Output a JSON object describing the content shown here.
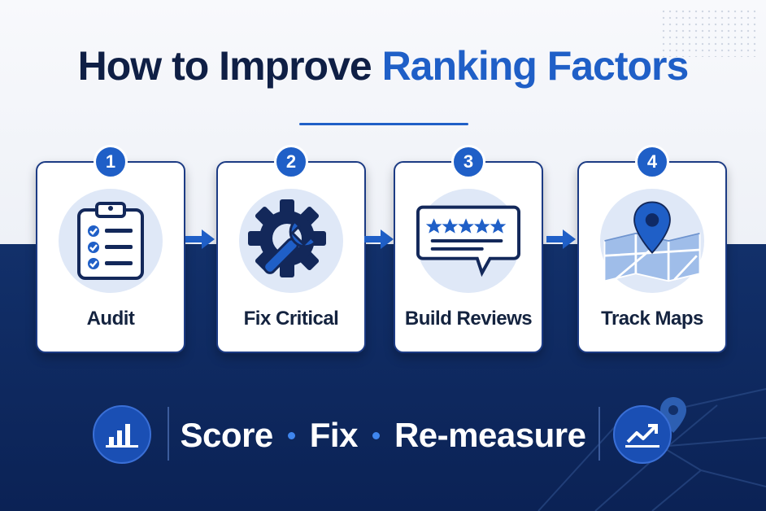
{
  "title": {
    "main": "How to Improve ",
    "accent": "Ranking Factors"
  },
  "colors": {
    "accent": "#1f5fc7",
    "navy": "#12306a",
    "dark_text": "#0f1f45"
  },
  "steps": [
    {
      "number": "1",
      "label": "Audit",
      "icon": "clipboard-checklist-icon"
    },
    {
      "number": "2",
      "label": "Fix Critical",
      "icon": "gear-wrench-icon"
    },
    {
      "number": "3",
      "label": "Build Reviews",
      "icon": "review-stars-bubble-icon"
    },
    {
      "number": "4",
      "label": "Track Maps",
      "icon": "map-pin-icon"
    }
  ],
  "footer": {
    "words": [
      "Score",
      "Fix",
      "Re-measure"
    ],
    "left_icon": "bar-chart-icon",
    "right_icon": "trend-up-icon"
  }
}
